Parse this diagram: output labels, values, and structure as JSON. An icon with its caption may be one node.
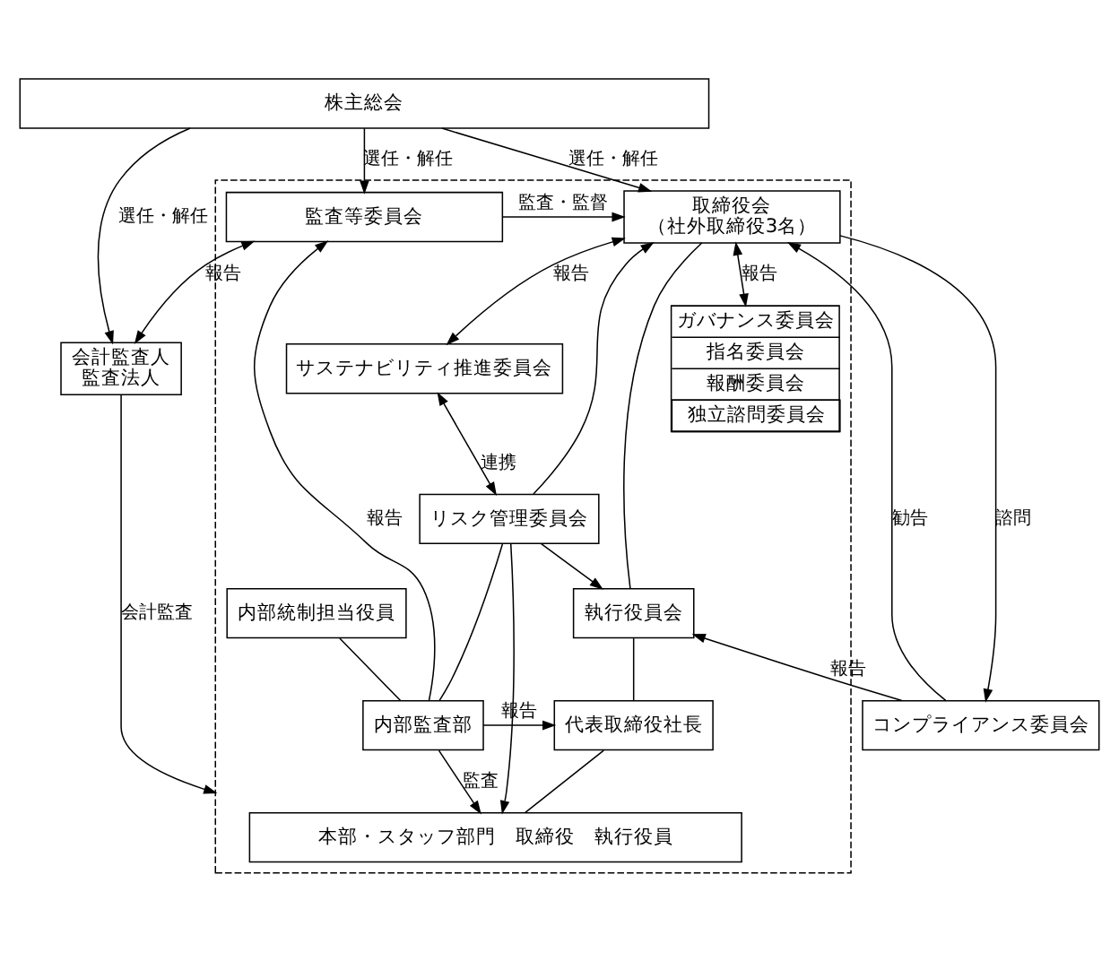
{
  "diagram": {
    "nodes": [
      {
        "text": [
          "株主総会"
        ]
      },
      {
        "text": [
          "会計監査人",
          "監査法人"
        ]
      },
      {
        "text": [],
        "shape": "box"
      },
      {
        "text": [
          "取締役会",
          "（社外取締役3名）"
        ],
        "in": 2
      },
      {
        "text": [
          "監査等委員会"
        ],
        "in": 2
      },
      {
        "text": [
          "ガバナンス委員会",
          "指名委員会",
          "報酬委員会",
          "独立諮問委員会"
        ],
        "in": 2
      },
      {
        "text": [
          "サステナビリティ推進委員会"
        ],
        "in": 2
      },
      {
        "text": [
          "リスク管理委員会"
        ],
        "in": 2
      },
      {
        "text": [
          "内部統制担当役員"
        ],
        "in": 2
      },
      {
        "text": [
          "内部監査部"
        ],
        "in": 2
      },
      {
        "text": [
          "執行役員会"
        ],
        "in": 2
      },
      {
        "text": [
          "代表取締役社長"
        ],
        "in": 2
      },
      {
        "text": [
          "本部・スタッフ部門　取締役　執行役員"
        ],
        "in": 2
      },
      {
        "text": [
          "コンプライアンス委員会"
        ]
      }
    ],
    "edges": [
      {
        "from": 0,
        "to": 1,
        "arrow": "to",
        "label": "選任・解任"
      },
      {
        "from": 0,
        "to": 4,
        "arrow": "to",
        "label": "選任・解任"
      },
      {
        "from": 0,
        "to": 3,
        "arrow": "to",
        "label": "選任・解任"
      },
      {
        "from": 4,
        "to": 3,
        "arrow": "to",
        "label": "監査・監督"
      },
      {
        "from": 1,
        "to": 4,
        "arrow": "both",
        "label": "報告"
      },
      {
        "from": 13,
        "to": 3,
        "arrow": "to",
        "label": "勧告"
      },
      {
        "from": 3,
        "to": 13,
        "arrow": "to",
        "label": "諮問"
      },
      {
        "from": 5,
        "to": 3,
        "arrow": "both",
        "label": "報告"
      },
      {
        "from": 6,
        "to": 3,
        "arrow": "both",
        "label": "報告"
      },
      {
        "from": 7,
        "to": 3,
        "arrow": "to"
      },
      {
        "from": 6,
        "to": 7,
        "arrow": "both",
        "label": "連携"
      },
      {
        "from": 9,
        "to": 4,
        "arrow": "to",
        "label": "報告"
      },
      {
        "from": 7,
        "to": 9,
        "arrow": "none"
      },
      {
        "from": 8,
        "to": 9,
        "arrow": "none"
      },
      {
        "from": 7,
        "to": 10,
        "arrow": "to"
      },
      {
        "from": 7,
        "to": 12,
        "arrow": "to"
      },
      {
        "from": 9,
        "to": 12,
        "arrow": "to",
        "label": "監査"
      },
      {
        "from": 9,
        "to": 11,
        "arrow": "to",
        "label": "報告"
      },
      {
        "from": 3,
        "to": 10,
        "arrow": "none"
      },
      {
        "from": 10,
        "to": 11,
        "arrow": "none"
      },
      {
        "from": 11,
        "to": 12,
        "arrow": "none"
      },
      {
        "from": 13,
        "to": 10,
        "arrow": "to",
        "label": "報告"
      },
      {
        "from": 1,
        "to": 2,
        "arrow": "to",
        "label": "会計監査"
      }
    ]
  }
}
